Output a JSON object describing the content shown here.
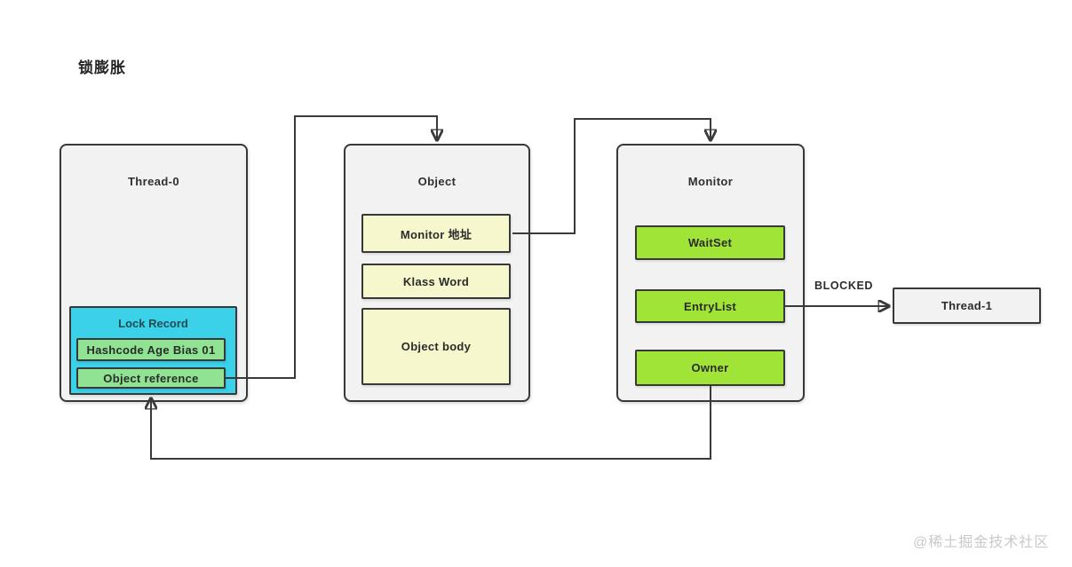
{
  "page": {
    "title": "锁膨胀",
    "watermark": "@稀土掘金技术社区"
  },
  "colors": {
    "panel_fill": "#f2f2f3",
    "stroke": "#383838",
    "lock_record_cyan": "#3bd1e9",
    "reference_green": "#8fe392",
    "object_yellow": "#f7f7cd",
    "monitor_lime": "#a0e437",
    "watermark_gray": "#c9c9c9"
  },
  "diagram": {
    "thread0": {
      "title": "Thread-0",
      "lock_record": {
        "label": "Lock Record",
        "slots": [
          {
            "label": "Hashcode Age Bias 01"
          },
          {
            "label": "Object reference"
          }
        ]
      }
    },
    "object": {
      "title": "Object",
      "slots": [
        {
          "label": "Monitor 地址"
        },
        {
          "label": "Klass Word"
        },
        {
          "label": "Object body"
        }
      ]
    },
    "monitor": {
      "title": "Monitor",
      "slots": [
        {
          "label": "WaitSet"
        },
        {
          "label": "EntryList"
        },
        {
          "label": "Owner"
        }
      ]
    },
    "thread1": {
      "title": "Thread-1"
    },
    "edges": [
      {
        "from": "Object reference",
        "to": "Object",
        "label": ""
      },
      {
        "from": "Monitor 地址",
        "to": "Monitor",
        "label": ""
      },
      {
        "from": "EntryList",
        "to": "Thread-1",
        "label": "BLOCKED"
      },
      {
        "from": "Owner",
        "to": "Object reference",
        "label": ""
      }
    ]
  }
}
